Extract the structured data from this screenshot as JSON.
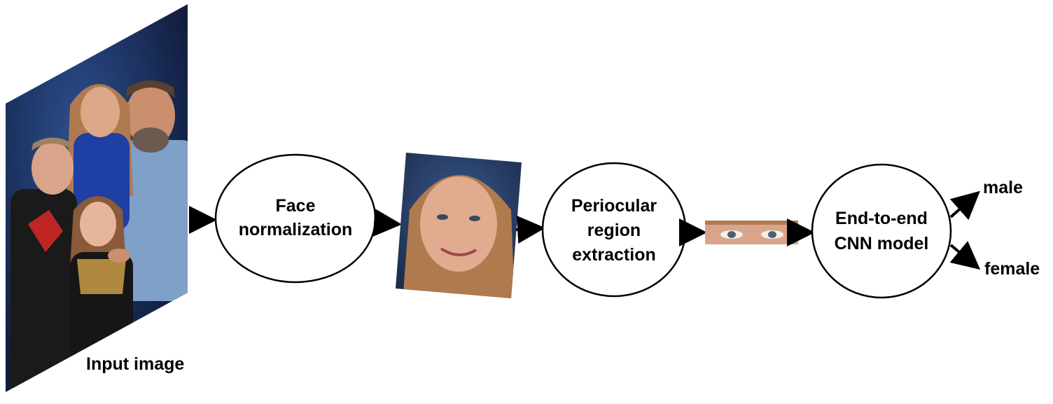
{
  "diagram": {
    "input_caption": "Input image",
    "nodes": [
      {
        "id": "face-normalization",
        "lines": [
          "Face",
          "normalization"
        ]
      },
      {
        "id": "periocular-extraction",
        "lines": [
          "Periocular",
          "region",
          "extraction"
        ]
      },
      {
        "id": "cnn-model",
        "lines": [
          "End-to-end",
          "CNN model"
        ]
      }
    ],
    "outputs": [
      "male",
      "female"
    ]
  },
  "colors": {
    "stroke": "#000000",
    "photo_background": "#1c2f5e",
    "skin": "#d9a58a",
    "hair": "#b07a4f"
  }
}
